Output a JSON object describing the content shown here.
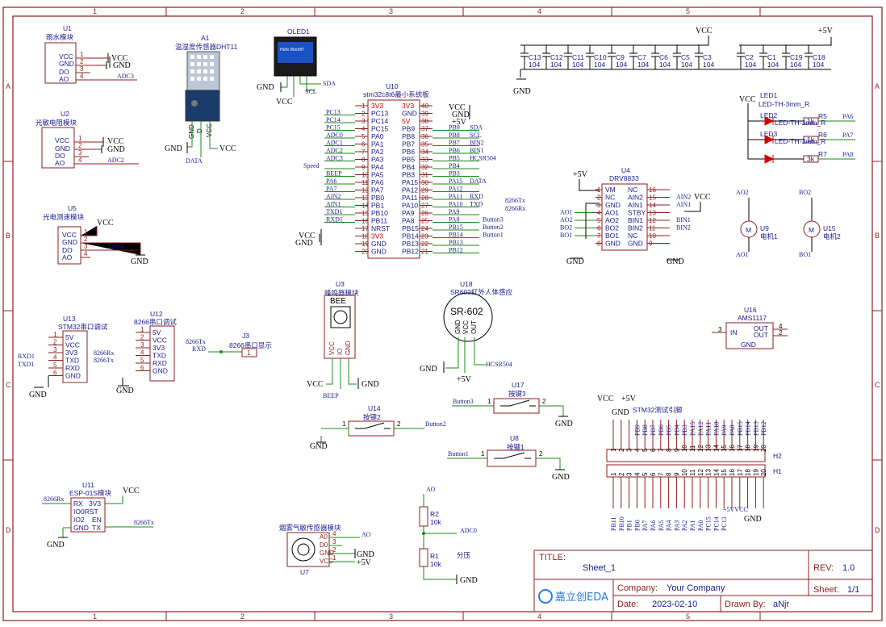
{
  "zones": {
    "top": [
      "1",
      "2",
      "3",
      "4",
      "5"
    ],
    "side": [
      "A",
      "B",
      "C",
      "D"
    ]
  },
  "u1": {
    "ref": "U1",
    "name": "雨水模块",
    "pins": [
      "VCC",
      "GND",
      "DO",
      "AO"
    ],
    "nums": [
      "1",
      "2",
      "3",
      "4"
    ],
    "vcc": "VCC",
    "gnd": "GND",
    "net": "ADC3"
  },
  "a1": {
    "ref": "A1",
    "name": "温湿度传感器DHT11",
    "pins": [
      "GND",
      "D",
      "VCC"
    ],
    "gnd": "GND",
    "vcc": "VCC",
    "net": "DATA"
  },
  "oled": {
    "ref": "OLED1",
    "screen": "Hello World!!!",
    "gnd": "GND",
    "vcc": "VCC",
    "sda": "SDA",
    "scl": "SCL"
  },
  "u2": {
    "ref": "U2",
    "name": "光敏电阻模块",
    "pins": [
      "VCC",
      "GND",
      "DO",
      "AO"
    ],
    "nums": [
      "1",
      "2",
      "3",
      "4"
    ],
    "vcc": "VCC",
    "gnd": "GND",
    "net": "ADC2"
  },
  "u5": {
    "ref": "U5",
    "name": "光电测速模块",
    "pins": [
      "VCC",
      "GND",
      "DO",
      "AO"
    ],
    "nums": [
      "1",
      "2",
      "3",
      "4"
    ],
    "vcc": "VCC",
    "gnd": "GND",
    "net": "Speed"
  },
  "u10": {
    "ref": "U10",
    "name": "stm32c8t6最小系统板",
    "left": [
      {
        "n": "1",
        "p": "3V3",
        "net": "",
        "red": true
      },
      {
        "n": "2",
        "p": "PC13",
        "net": "PC13"
      },
      {
        "n": "3",
        "p": "PC14",
        "net": "PC14"
      },
      {
        "n": "4",
        "p": "PC15",
        "net": "PC15"
      },
      {
        "n": "5",
        "p": "PA0",
        "net": "ADC0"
      },
      {
        "n": "6",
        "p": "PA1",
        "net": "ADC1"
      },
      {
        "n": "7",
        "p": "PA2",
        "net": "ADC2"
      },
      {
        "n": "8",
        "p": "PA3",
        "net": "ADC3"
      },
      {
        "n": "9",
        "p": "PA4",
        "net": "Speed"
      },
      {
        "n": "10",
        "p": "PA5",
        "net": "BEEP"
      },
      {
        "n": "11",
        "p": "PA6",
        "net": "PA6"
      },
      {
        "n": "12",
        "p": "PA7",
        "net": "PA7"
      },
      {
        "n": "13",
        "p": "PB0",
        "net": "AIN2"
      },
      {
        "n": "14",
        "p": "PB1",
        "net": "AIN1"
      },
      {
        "n": "15",
        "p": "PB10",
        "net": "TXD1"
      },
      {
        "n": "16",
        "p": "PB11",
        "net": "RXD1"
      },
      {
        "n": "17",
        "p": "NRST",
        "net": ""
      },
      {
        "n": "18",
        "p": "3V3",
        "net": "",
        "red": true
      },
      {
        "n": "19",
        "p": "GND",
        "net": ""
      },
      {
        "n": "20",
        "p": "GND",
        "net": ""
      }
    ],
    "right": [
      {
        "n": "40",
        "p": "3V3",
        "net": "",
        "red": true
      },
      {
        "n": "39",
        "p": "GND",
        "net": ""
      },
      {
        "n": "38",
        "p": "5V",
        "net": "",
        "red": true
      },
      {
        "n": "37",
        "p": "PB9",
        "net": "PB9"
      },
      {
        "n": "36",
        "p": "PB8",
        "net": "PB8"
      },
      {
        "n": "35",
        "p": "PB7",
        "net": "PB7"
      },
      {
        "n": "34",
        "p": "PB6",
        "net": "PB6"
      },
      {
        "n": "33",
        "p": "PB5",
        "net": "PB5"
      },
      {
        "n": "32",
        "p": "PB4",
        "net": "PB4"
      },
      {
        "n": "31",
        "p": "PB3",
        "net": "PB3"
      },
      {
        "n": "30",
        "p": "PA15",
        "net": "PA15"
      },
      {
        "n": "29",
        "p": "PA12",
        "net": "PA12"
      },
      {
        "n": "28",
        "p": "PA11",
        "net": "PA11"
      },
      {
        "n": "27",
        "p": "PA10",
        "net": "PA10"
      },
      {
        "n": "26",
        "p": "PA9",
        "net": "PA9"
      },
      {
        "n": "25",
        "p": "PA8",
        "net": "PA8"
      },
      {
        "n": "24",
        "p": "PB15",
        "net": "PB15"
      },
      {
        "n": "23",
        "p": "PB14",
        "net": "PB14"
      },
      {
        "n": "22",
        "p": "PB13",
        "net": "PB13"
      },
      {
        "n": "21",
        "p": "PB12",
        "net": "PB12"
      }
    ],
    "extnets": [
      "SDA",
      "SCL",
      "BIN2",
      "BIN1",
      "HCSR504",
      "",
      "",
      "DATA",
      "",
      "RXD",
      "TXD",
      "",
      "Button3",
      "Button2",
      "Button1"
    ],
    "ext2": [
      "8266Tx",
      "8266Rx"
    ],
    "vcc": "VCC",
    "gnd": "GND",
    "p5v": "+5V"
  },
  "caps": {
    "vcc": "VCC",
    "p5v": "+5V",
    "gnd": "GND",
    "group1": [
      {
        "r": "C13",
        "v": "104"
      },
      {
        "r": "C12",
        "v": "104"
      },
      {
        "r": "C11",
        "v": "104"
      },
      {
        "r": "C10",
        "v": "104"
      },
      {
        "r": "C9",
        "v": "104"
      },
      {
        "r": "C7",
        "v": "104"
      },
      {
        "r": "C6",
        "v": "104"
      },
      {
        "r": "C5",
        "v": "104"
      },
      {
        "r": "C3",
        "v": "104"
      }
    ],
    "group2": [
      {
        "r": "C2",
        "v": "104"
      },
      {
        "r": "C1",
        "v": "104"
      },
      {
        "r": "C19",
        "v": "104"
      },
      {
        "r": "C18",
        "v": "104"
      }
    ]
  },
  "leds": {
    "ref": "LED1",
    "part": "LED-TH-3mm_R",
    "vcc": "VCC",
    "items": [
      {
        "d": "LED2",
        "r": "R5",
        "rv": "1k",
        "net": "PA6"
      },
      {
        "d": "LED3",
        "r": "R6",
        "rv": "1k",
        "net": "PA7"
      },
      {
        "d": "",
        "r": "R7",
        "rv": "3k",
        "net": "PA8"
      }
    ],
    "lbl_a": "LED-TH-3mm_R",
    "lbl_b": "LED-TH-3mm_R"
  },
  "u4": {
    "ref": "U4",
    "name": "DRV8833",
    "left": [
      {
        "n": "1",
        "p": "VM"
      },
      {
        "n": "2",
        "p": "NC"
      },
      {
        "n": "3",
        "p": "GND"
      },
      {
        "n": "4",
        "p": "AO1"
      },
      {
        "n": "5",
        "p": "AO2"
      },
      {
        "n": "6",
        "p": "BO2"
      },
      {
        "n": "7",
        "p": "BO1"
      },
      {
        "n": "8",
        "p": "GND"
      }
    ],
    "right": [
      {
        "n": "16",
        "p": "NC"
      },
      {
        "n": "15",
        "p": "AIN2"
      },
      {
        "n": "14",
        "p": "AIN1"
      },
      {
        "n": "13",
        "p": "STBY"
      },
      {
        "n": "12",
        "p": "BIN1"
      },
      {
        "n": "11",
        "p": "BIN2"
      },
      {
        "n": "10",
        "p": "NC"
      },
      {
        "n": "9",
        "p": "GND"
      }
    ],
    "lnets": [
      "AO1",
      "AO2",
      "BO2",
      "BO1"
    ],
    "rnets": [
      "AIN2",
      "AIN1",
      "",
      "BIN1",
      "BIN2"
    ],
    "p5v": "+5V",
    "vcc": "VCC",
    "gnd": "GND"
  },
  "motors": [
    {
      "ref": "U9",
      "name": "电机1",
      "top": "AO2",
      "bot": "AO1"
    },
    {
      "ref": "U15",
      "name": "电机2",
      "top": "BO2",
      "bot": "BO1"
    }
  ],
  "u16": {
    "ref": "U16",
    "name": "AMS1117",
    "in": "IN",
    "out1": "OUT",
    "out2": "OUT",
    "gnd": "GND",
    "n3": "3",
    "n4": "4",
    "n2": "2"
  },
  "u13": {
    "ref": "U13",
    "name": "STM32串口调试",
    "pins": [
      "5V",
      "VCC",
      "3V3",
      "TXD",
      "RXD",
      "GND"
    ],
    "nums": [
      "1",
      "2",
      "3",
      "4",
      "5",
      "6"
    ],
    "n1": "RXD1",
    "n2": "TXD1",
    "gnd": "GND"
  },
  "u12": {
    "ref": "U12",
    "name": "8266串口调试",
    "pins": [
      "5V",
      "VCC",
      "3V3",
      "TXD",
      "RXD",
      "GND"
    ],
    "nums": [
      "1",
      "2",
      "3",
      "4",
      "5",
      "6"
    ],
    "n1": "8266Rx",
    "n2": "8266Tx",
    "gnd": "GND"
  },
  "j3": {
    "ref": "J3",
    "name": "8266串口显示",
    "n1": "8266Tx",
    "n2": "RXD",
    "pin": "1"
  },
  "u3": {
    "ref": "U3",
    "name": "蜂鸣器模块",
    "label": "BEE",
    "pins": [
      "VCC",
      "IO",
      "GND"
    ],
    "vcc": "VCC",
    "gnd": "GND",
    "net": "BEEP"
  },
  "u18": {
    "ref": "U18",
    "name": "SR602红外人体感应",
    "label": "SR-602",
    "pins": [
      "GND",
      "VCC",
      "OUT"
    ],
    "gnd": "GND",
    "p5v": "+5V",
    "net": "HCSR504"
  },
  "u14": {
    "ref": "U14",
    "name": "按键2",
    "net": "Button2",
    "gnd": "GND",
    "n1": "1",
    "n2": "2"
  },
  "u17": {
    "ref": "U17",
    "name": "按键3",
    "net": "Button3",
    "gnd": "GND",
    "n1": "1",
    "n2": "2"
  },
  "u8": {
    "ref": "U8",
    "name": "按键1",
    "net": "Button1",
    "gnd": "GND",
    "n1": "1",
    "n2": "2"
  },
  "h": {
    "title": "STM32测试引脚",
    "vcc": "VCC",
    "p5v": "+5V",
    "gnd": "GND",
    "h2": "H2",
    "h1": "H1",
    "top": [
      "PB9",
      "PB8",
      "PB7",
      "PB6",
      "PB5",
      "PB4",
      "PB3",
      "PA15",
      "PA12",
      "PA11",
      "PA10",
      "PA9",
      "PA8",
      "PB15",
      "PB14",
      "PB13",
      "PB12"
    ],
    "bot": [
      "PB11",
      "PB10",
      "PB1",
      "PB0",
      "PA7",
      "PA6",
      "PA5",
      "PA4",
      "PA3",
      "PA2",
      "PA1",
      "PA0",
      "PC15",
      "PC14",
      "PC13"
    ],
    "nums": [
      "1",
      "2",
      "3",
      "4",
      "5",
      "6",
      "7",
      "8",
      "9",
      "10",
      "11",
      "12",
      "13",
      "14",
      "15",
      "16",
      "17",
      "18",
      "19",
      "20"
    ],
    "botvcc": "+5VVCC"
  },
  "u11": {
    "ref": "U11",
    "name": "ESP-01S模块",
    "left": [
      "RX",
      "IO0RST",
      "IO2",
      "GND"
    ],
    "right": [
      "3V3",
      "",
      "EN",
      "TX"
    ],
    "vcc": "VCC",
    "gnd": "GND",
    "n1": "8266Rx",
    "n2": "8266Tx"
  },
  "u7": {
    "ref": "U7",
    "name": "烟雾气敏传感器模块",
    "pins": [
      "A0",
      "D0",
      "GND",
      "VCC"
    ],
    "nums": [
      "4",
      "3",
      "2",
      "1"
    ],
    "net": "AO",
    "gnd": "GND",
    "p5v": "+5V"
  },
  "divider": {
    "r2": "R2",
    "r2v": "10k",
    "r1": "R1",
    "r1v": "10k",
    "top": "AO",
    "mid": "ADC0",
    "label": "分压",
    "gnd": "GND"
  },
  "titleblock": {
    "title_lbl": "TITLE:",
    "title": "Sheet_1",
    "rev_lbl": "REV:",
    "rev": "1.0",
    "company_lbl": "Company:",
    "company": "Your Company",
    "sheet_lbl": "Sheet:",
    "sheet": "1/1",
    "date_lbl": "Date:",
    "date": "2023-02-10",
    "drawn_lbl": "Drawn By:",
    "drawn": "aNjr",
    "logo": "嘉立创EDA"
  }
}
